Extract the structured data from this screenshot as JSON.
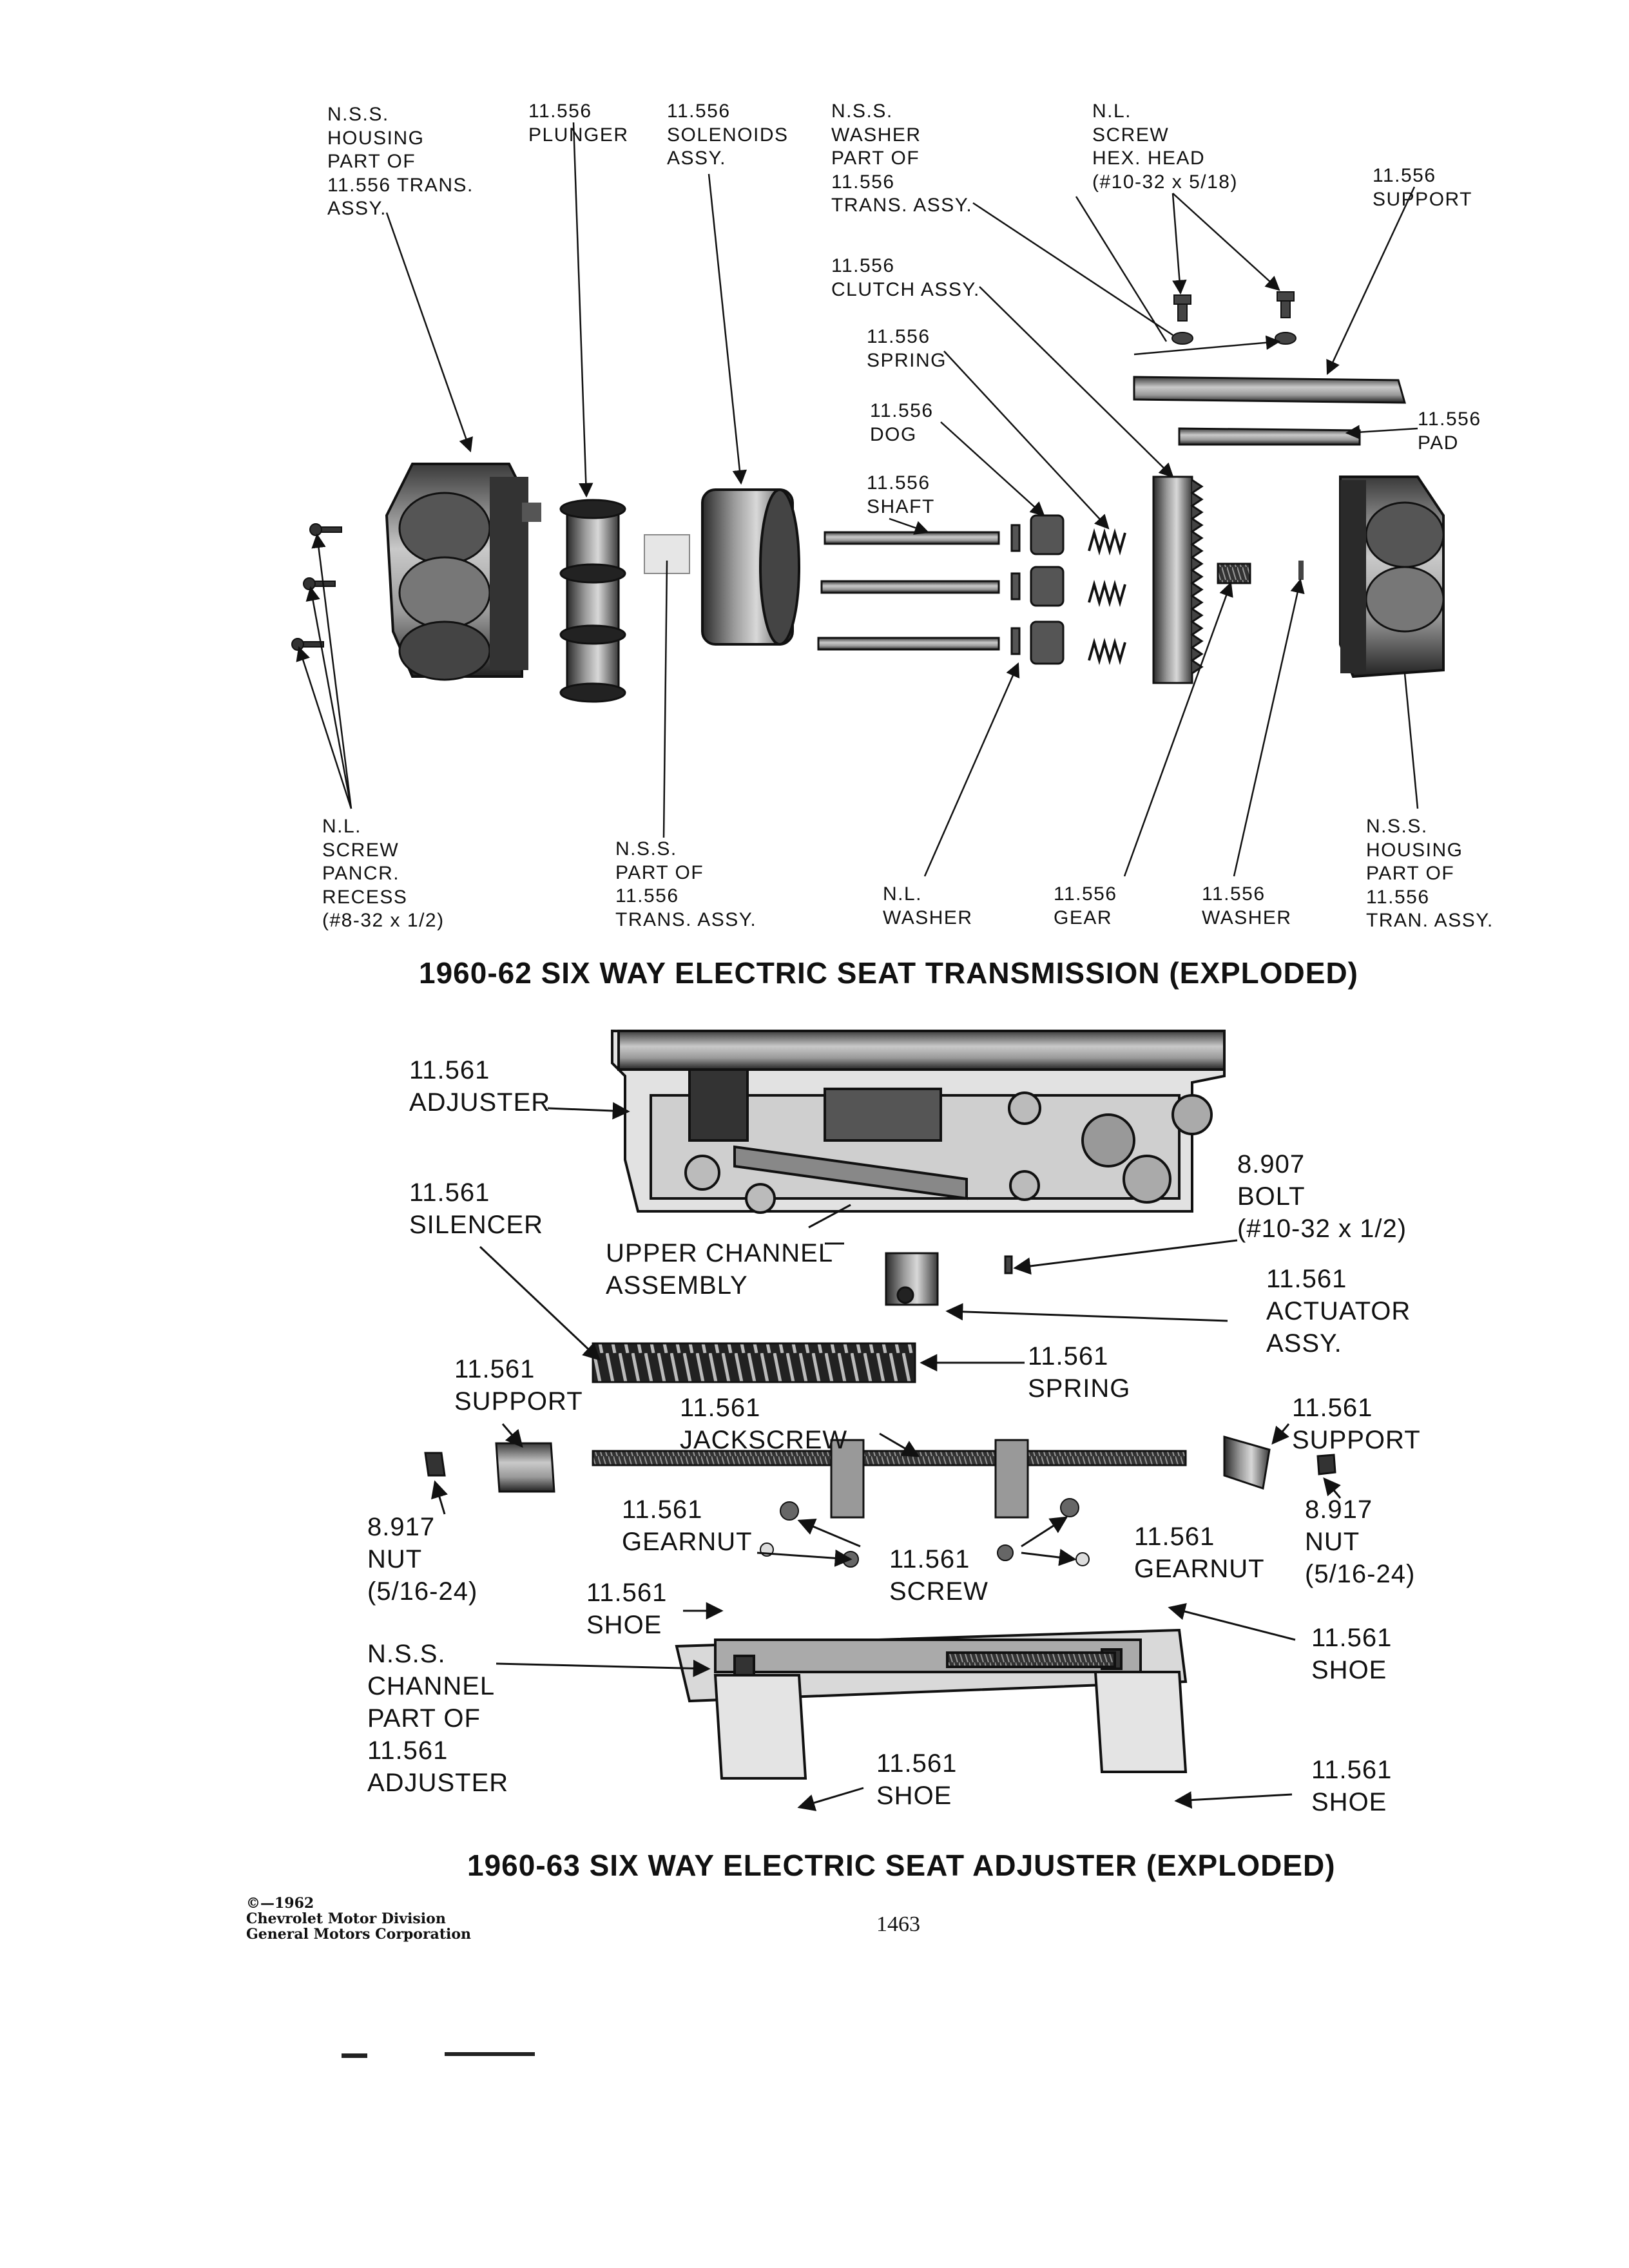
{
  "diagram1": {
    "title": "1960-62 SIX WAY ELECTRIC SEAT TRANSMISSION (EXPLODED)",
    "labels": {
      "housing_left": [
        "N.S.S.",
        "HOUSING",
        "PART OF",
        "11.556 TRANS.",
        "ASSY."
      ],
      "plunger": [
        "11.556",
        "PLUNGER"
      ],
      "solenoids": [
        "11.556",
        "SOLENOIDS",
        "ASSY."
      ],
      "washer_top": [
        "N.S.S.",
        "WASHER",
        "PART OF",
        "11.556",
        "TRANS. ASSY."
      ],
      "screw_hex": [
        "N.L.",
        "SCREW",
        "HEX. HEAD",
        "(#10-32 x 5/18)"
      ],
      "support": [
        "11.556",
        "SUPPORT"
      ],
      "clutch": [
        "11.556",
        "CLUTCH ASSY."
      ],
      "spring": [
        "11.556",
        "SPRING"
      ],
      "dog": [
        "11.556",
        "DOG"
      ],
      "pad": [
        "11.556",
        "PAD"
      ],
      "shaft": [
        "11.556",
        "SHAFT"
      ],
      "screw_pan": [
        "N.L.",
        "SCREW",
        "PANCR.",
        "RECESS",
        "(#8-32 x 1/2)"
      ],
      "nss_part": [
        "N.S.S.",
        "PART OF",
        "11.556",
        "TRANS. ASSY."
      ],
      "nl_washer": [
        "N.L.",
        "WASHER"
      ],
      "gear": [
        "11.556",
        "GEAR"
      ],
      "washer_bottom": [
        "11.556",
        "WASHER"
      ],
      "housing_right": [
        "N.S.S.",
        "HOUSING",
        "PART OF",
        "11.556",
        "TRAN. ASSY."
      ]
    }
  },
  "diagram2": {
    "title": "1960-63 SIX WAY ELECTRIC SEAT ADJUSTER (EXPLODED)",
    "labels": {
      "adjuster": [
        "11.561",
        "ADJUSTER"
      ],
      "silencer": [
        "11.561",
        "SILENCER"
      ],
      "bolt": [
        "8.907",
        "BOLT",
        "(#10-32 x 1/2)"
      ],
      "upper_channel": [
        "UPPER CHANNEL",
        "ASSEMBLY"
      ],
      "actuator": [
        "11.561",
        "ACTUATOR",
        "ASSY."
      ],
      "support_left": [
        "11.561",
        "SUPPORT"
      ],
      "spring": [
        "11.561",
        "SPRING"
      ],
      "jackscrew": [
        "11.561",
        "JACKSCREW"
      ],
      "support_right": [
        "11.561",
        "SUPPORT"
      ],
      "nut_left": [
        "8.917",
        "NUT",
        "(5/16-24)"
      ],
      "gearnut_left": [
        "11.561",
        "GEARNUT"
      ],
      "screw": [
        "11.561",
        "SCREW"
      ],
      "gearnut_right": [
        "11.561",
        "GEARNUT"
      ],
      "nut_right": [
        "8.917",
        "NUT",
        "(5/16-24)"
      ],
      "shoe_a": [
        "11.561",
        "SHOE"
      ],
      "shoe_b": [
        "11.561",
        "SHOE"
      ],
      "channel": [
        "N.S.S.",
        "CHANNEL",
        "PART OF",
        "11.561",
        "ADJUSTER"
      ],
      "shoe_c": [
        "11.561",
        "SHOE"
      ],
      "shoe_d": [
        "11.561",
        "SHOE"
      ]
    }
  },
  "footer": {
    "copyright": "©—1962",
    "division": "Chevrolet Motor Division",
    "corporation": "General Motors Corporation",
    "page_number": "1463"
  }
}
